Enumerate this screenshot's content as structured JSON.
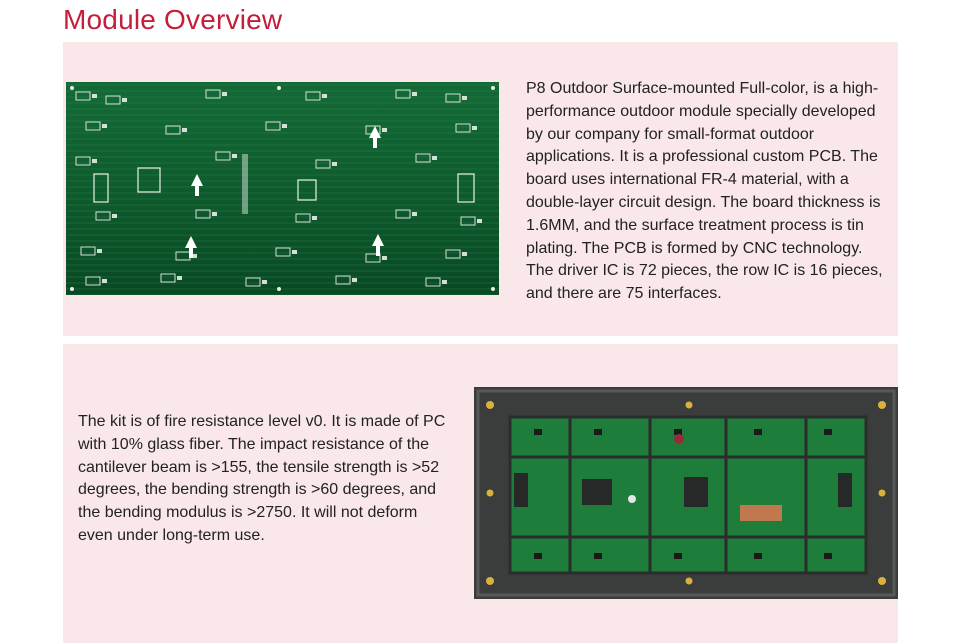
{
  "page": {
    "title": "Module Overview"
  },
  "section1": {
    "description": "P8 Outdoor Surface-mounted Full-color, is a high-performance outdoor module specially developed by our company for small-format outdoor applications. It is a professional custom PCB. The board uses international FR-4 material, with a double-layer circuit design. The board thickness is 1.6MM, and the surface treatment process is tin plating. The PCB is formed by CNC technology. The driver IC is 72 pieces, the row IC is 16 pieces, and there are 75 interfaces."
  },
  "section2": {
    "description": "The kit is of fire resistance level v0. It is made of PC with 10% glass fiber. The impact resistance of the cantilever beam is >155, the tensile strength is >52 degrees, the bending strength is >60 degrees, and the bending modulus is >2750. It will not deform even under long-term use."
  },
  "colors": {
    "title": "#c41e3a",
    "panel_background": "#f9e7ea",
    "pcb_green": "#0d5a2e",
    "frame_grey": "#3a3d3c"
  }
}
